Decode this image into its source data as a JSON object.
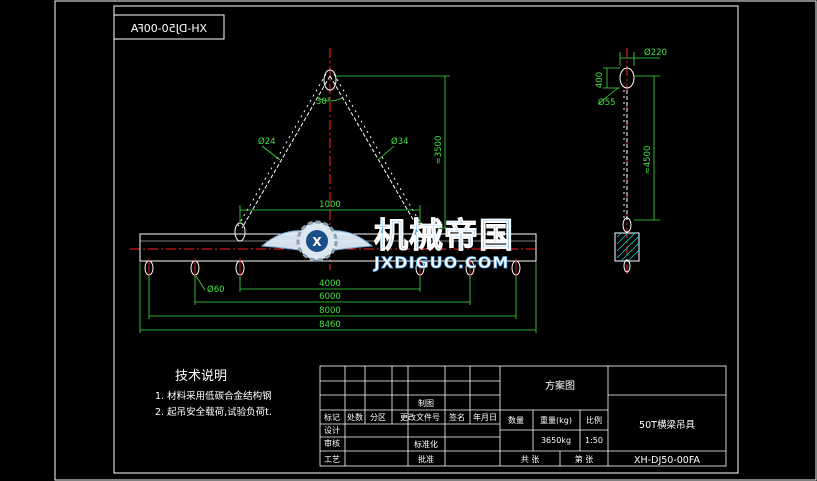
{
  "drawing": {
    "code_mirrored": "XH-DJ50-00FA",
    "colors": {
      "background": "#000000",
      "frame": "#ffffff",
      "centerline": "#ff2020",
      "dimension": "#40e040",
      "hatch": "#00e0e0",
      "part": "#ffffff"
    }
  },
  "dims": {
    "angle": "30°",
    "d24": "Ø24",
    "d34": "Ø34",
    "h3500": "≈3500",
    "w1000": "1000",
    "w4000": "4000",
    "w6000": "6000",
    "w8000": "8000",
    "w8460": "8460",
    "d60": "Ø60",
    "side_220": "Ø220",
    "side_400": "400",
    "side_d55": "Ø55",
    "side_4500": "≈4500"
  },
  "watermark": {
    "cn": "机械帝国",
    "en": "JXDIGUO.COM"
  },
  "notes": {
    "title": "技术说明",
    "line1": "1. 材料采用低碳合金结构钢",
    "line2": "2. 起吊安全载荷,试验负荷t."
  },
  "titleblock": {
    "drawing_name": "方案图",
    "qty_label": "数量",
    "weight_label": "重量(kg)",
    "scale_label": "比例",
    "weight": "3650kg",
    "scale": "1:50",
    "title": "50T横梁吊具",
    "code": "XH-DJ50-00FA",
    "r1": [
      "标记",
      "处数",
      "分区",
      "更改文件号",
      "签名",
      "年月日"
    ],
    "r2": [
      "设计",
      "",
      "制图",
      ""
    ],
    "r3": [
      "审核",
      "",
      "标准化",
      ""
    ],
    "r4": [
      "工艺",
      "",
      "批准",
      ""
    ],
    "footer_left": "共 张",
    "footer_right": "第 张"
  }
}
